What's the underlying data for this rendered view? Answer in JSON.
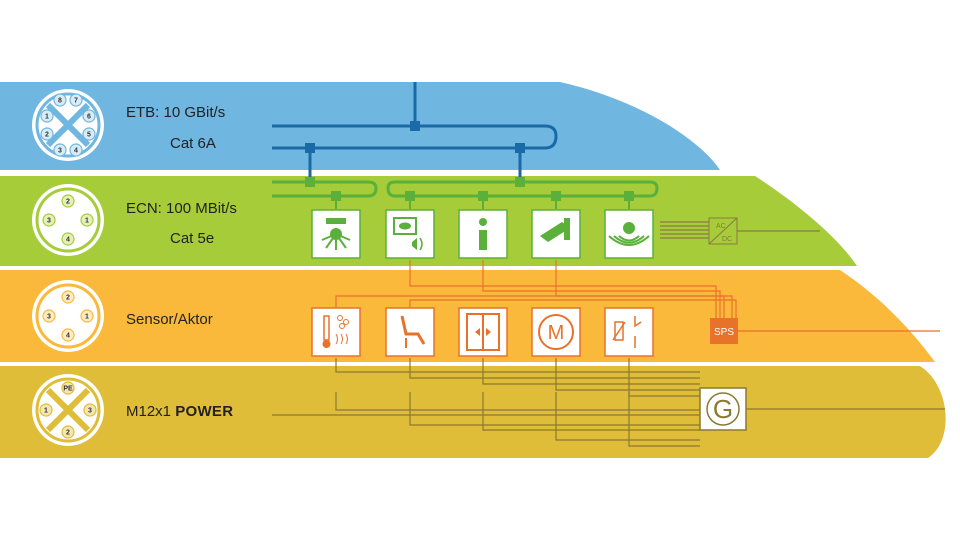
{
  "colors": {
    "etb": "#6fb6e0",
    "ecn": "#a6cc3a",
    "sensor": "#fbb93c",
    "power": "#dfbd38",
    "bus_blue": "#1a6aa8",
    "node_green": "#5ab03a",
    "orange": "#e8722a",
    "brown": "#8a7a30"
  },
  "layers": [
    {
      "id": "etb",
      "label": "ETB:",
      "value": "10 GBit/s",
      "cable": "Cat 6A",
      "connector": "8-pin"
    },
    {
      "id": "ecn",
      "label": "ECN:",
      "value": "100 MBit/s",
      "cable": "Cat 5e",
      "connector": "4-pin D"
    },
    {
      "id": "sensor",
      "label": "Sensor/Aktor",
      "connector": "4-pin A"
    },
    {
      "id": "power",
      "label": "M12x1",
      "label_bold": "POWER",
      "connector": "power"
    }
  ],
  "connectors": {
    "etb_pins": [
      "8",
      "7",
      "1",
      "6",
      "2",
      "5",
      "3",
      "4"
    ],
    "ecn_pins": [
      "2",
      "3",
      "1",
      "4"
    ],
    "sensor_pins": [
      "2",
      "3",
      "1",
      "4"
    ],
    "power_pins": [
      "PE",
      "1",
      "3",
      "2"
    ]
  },
  "ecn_devices": [
    "light-icon",
    "display-speaker-icon",
    "info-icon",
    "camera-icon",
    "sensor-wave-icon"
  ],
  "sensor_devices": [
    "temperature-icon",
    "seat-icon",
    "door-icon",
    "motor-icon",
    "switch-icon"
  ],
  "motor_label": "M",
  "sps_label": "SPS",
  "acdc_top": "AC",
  "acdc_bottom": "DC",
  "generator_label": "G"
}
